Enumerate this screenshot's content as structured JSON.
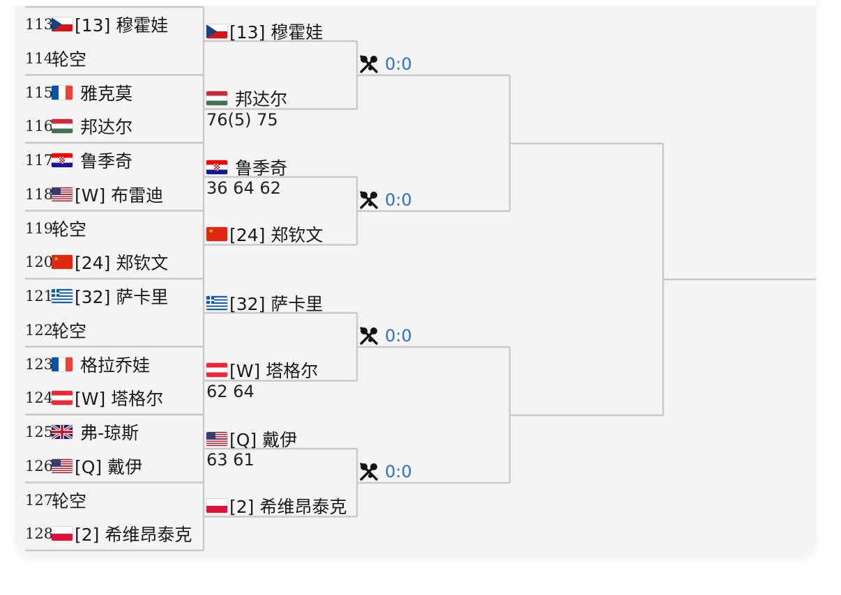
{
  "round1": [
    {
      "num": "113",
      "flag": "cz",
      "name": "[13] 穆霍娃"
    },
    {
      "num": "114",
      "flag": "",
      "name": "轮空"
    },
    {
      "num": "115",
      "flag": "fr",
      "name": " 雅克莫"
    },
    {
      "num": "116",
      "flag": "hu",
      "name": " 邦达尔"
    },
    {
      "num": "117",
      "flag": "hr",
      "name": " 鲁季奇"
    },
    {
      "num": "118",
      "flag": "us",
      "name": "[W] 布雷迪"
    },
    {
      "num": "119",
      "flag": "",
      "name": "轮空"
    },
    {
      "num": "120",
      "flag": "cn",
      "name": "[24] 郑钦文"
    },
    {
      "num": "121",
      "flag": "gr",
      "name": "[32] 萨卡里"
    },
    {
      "num": "122",
      "flag": "",
      "name": "轮空"
    },
    {
      "num": "123",
      "flag": "fr",
      "name": " 格拉乔娃"
    },
    {
      "num": "124",
      "flag": "at",
      "name": "[W] 塔格尔"
    },
    {
      "num": "125",
      "flag": "gb",
      "name": " 弗-琼斯"
    },
    {
      "num": "126",
      "flag": "us",
      "name": "[Q] 戴伊"
    },
    {
      "num": "127",
      "flag": "",
      "name": "轮空"
    },
    {
      "num": "128",
      "flag": "pl",
      "name": "[2] 希维昂泰克"
    }
  ],
  "round2": [
    {
      "flag": "cz",
      "name": "[13] 穆霍娃",
      "score": ""
    },
    {
      "flag": "hu",
      "name": " 邦达尔",
      "score": "76(5) 75"
    },
    {
      "flag": "hr",
      "name": " 鲁季奇",
      "score": "36 64 62"
    },
    {
      "flag": "cn",
      "name": "[24] 郑钦文",
      "score": ""
    },
    {
      "flag": "gr",
      "name": "[32] 萨卡里",
      "score": ""
    },
    {
      "flag": "at",
      "name": "[W] 塔格尔",
      "score": "62 64"
    },
    {
      "flag": "us",
      "name": "[Q] 戴伊",
      "score": "63 61"
    },
    {
      "flag": "pl",
      "name": "[2] 希维昂泰克",
      "score": ""
    }
  ],
  "h2h": [
    "0:0",
    "0:0",
    "0:0",
    "0:0"
  ],
  "icons": {
    "h2h": "crossed-rackets-icon"
  },
  "colors": {
    "line": "#c9c9c9",
    "link": "#2b6fd6",
    "card": "#f4f4f4"
  }
}
